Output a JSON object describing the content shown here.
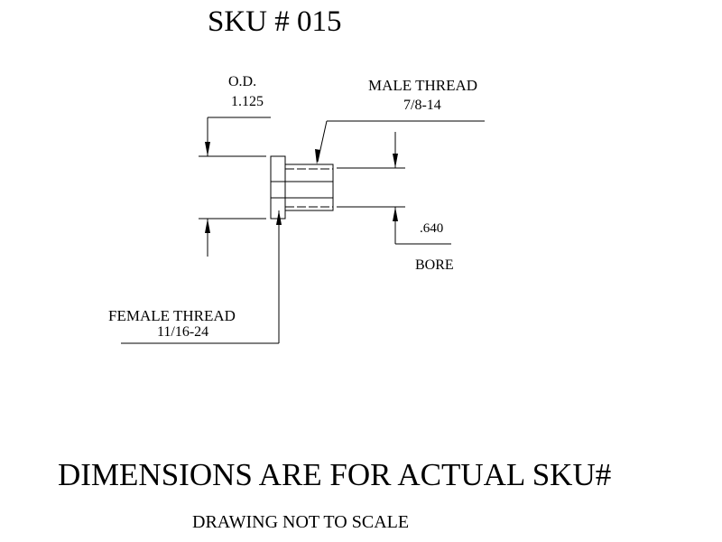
{
  "title": "SKU # 015",
  "dimensions": {
    "od": {
      "label": "O.D.",
      "value": "1.125"
    },
    "male_thread": {
      "label": "MALE THREAD",
      "value": "7/8-14"
    },
    "bore": {
      "label": "BORE",
      "value": ".640"
    },
    "female_thread": {
      "label": "FEMALE THREAD",
      "value": "11/16-24"
    }
  },
  "notes": {
    "dimensions_note": "DIMENSIONS ARE FOR ACTUAL SKU#",
    "scale_note": "DRAWING NOT TO SCALE"
  }
}
